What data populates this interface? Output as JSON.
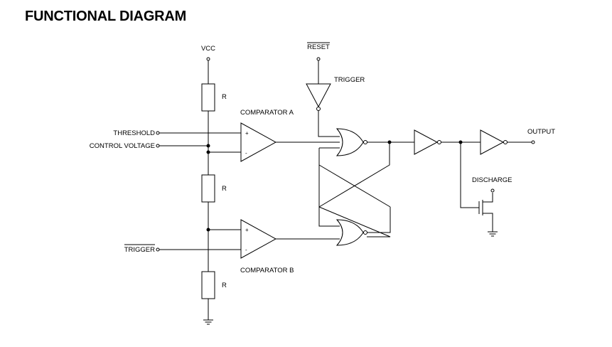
{
  "title": "FUNCTIONAL DIAGRAM",
  "labels": {
    "vcc": "VCC",
    "reset": "RESET",
    "trigger_gate": "TRIGGER",
    "comparator_a": "COMPARATOR A",
    "comparator_b": "COMPARATOR B",
    "threshold": "THRESHOLD",
    "control_voltage": "CONTROL VOLTAGE",
    "trigger_input": "TRIGGER",
    "output": "OUTPUT",
    "discharge": "DISCHARGE",
    "r1": "R",
    "r2": "R",
    "r3": "R",
    "plus": "+",
    "minus": "-"
  }
}
